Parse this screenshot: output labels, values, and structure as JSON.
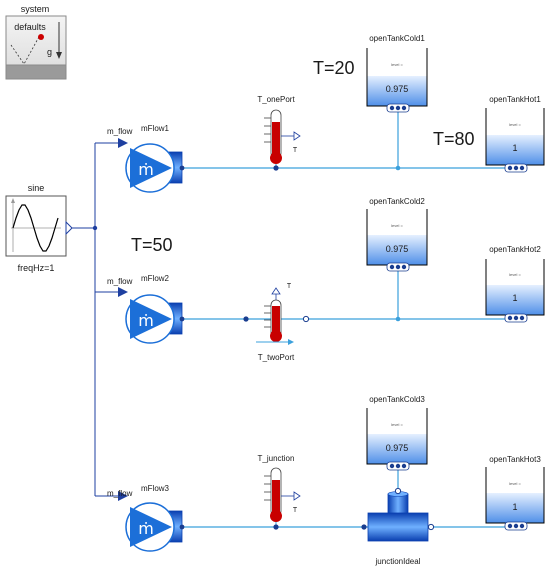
{
  "system": {
    "title": "system",
    "defaults_label": "defaults",
    "g_label": "g"
  },
  "sine": {
    "title": "sine",
    "param": "freqHz=1"
  },
  "sources": [
    {
      "name": "mFlow1",
      "input_label": "m_flow",
      "symbol": "ṁ"
    },
    {
      "name": "mFlow2",
      "input_label": "m_flow",
      "symbol": "ṁ"
    },
    {
      "name": "mFlow3",
      "input_label": "m_flow",
      "symbol": "ṁ"
    }
  ],
  "sensors": [
    {
      "name": "T_onePort",
      "out_label": "T"
    },
    {
      "name": "T_twoPort",
      "out_label": "T"
    },
    {
      "name": "T_junction",
      "out_label": "T"
    }
  ],
  "junction": {
    "name": "junctionIdeal"
  },
  "cold_tanks": [
    {
      "name": "openTankCold1",
      "level_label": "level =",
      "level_value": "0.975"
    },
    {
      "name": "openTankCold2",
      "level_label": "level =",
      "level_value": "0.975"
    },
    {
      "name": "openTankCold3",
      "level_label": "level =",
      "level_value": "0.975"
    }
  ],
  "hot_tanks": [
    {
      "name": "openTankHot1",
      "level_label": "level =",
      "level_value": "1"
    },
    {
      "name": "openTankHot2",
      "level_label": "level =",
      "level_value": "1"
    },
    {
      "name": "openTankHot3",
      "level_label": "level =",
      "level_value": "1"
    }
  ],
  "annotations": {
    "t_cold": "T=20",
    "t_hot": "T=80",
    "t_mid": "T=50"
  },
  "colors": {
    "fluid_line": "#3ba0dc",
    "signal_line": "#1e3fa0",
    "pump_blue": "#1c6fd8",
    "tank_water": "#6aa8f0",
    "thermo_red": "#c80000",
    "port_dark": "#1a3d8f"
  }
}
